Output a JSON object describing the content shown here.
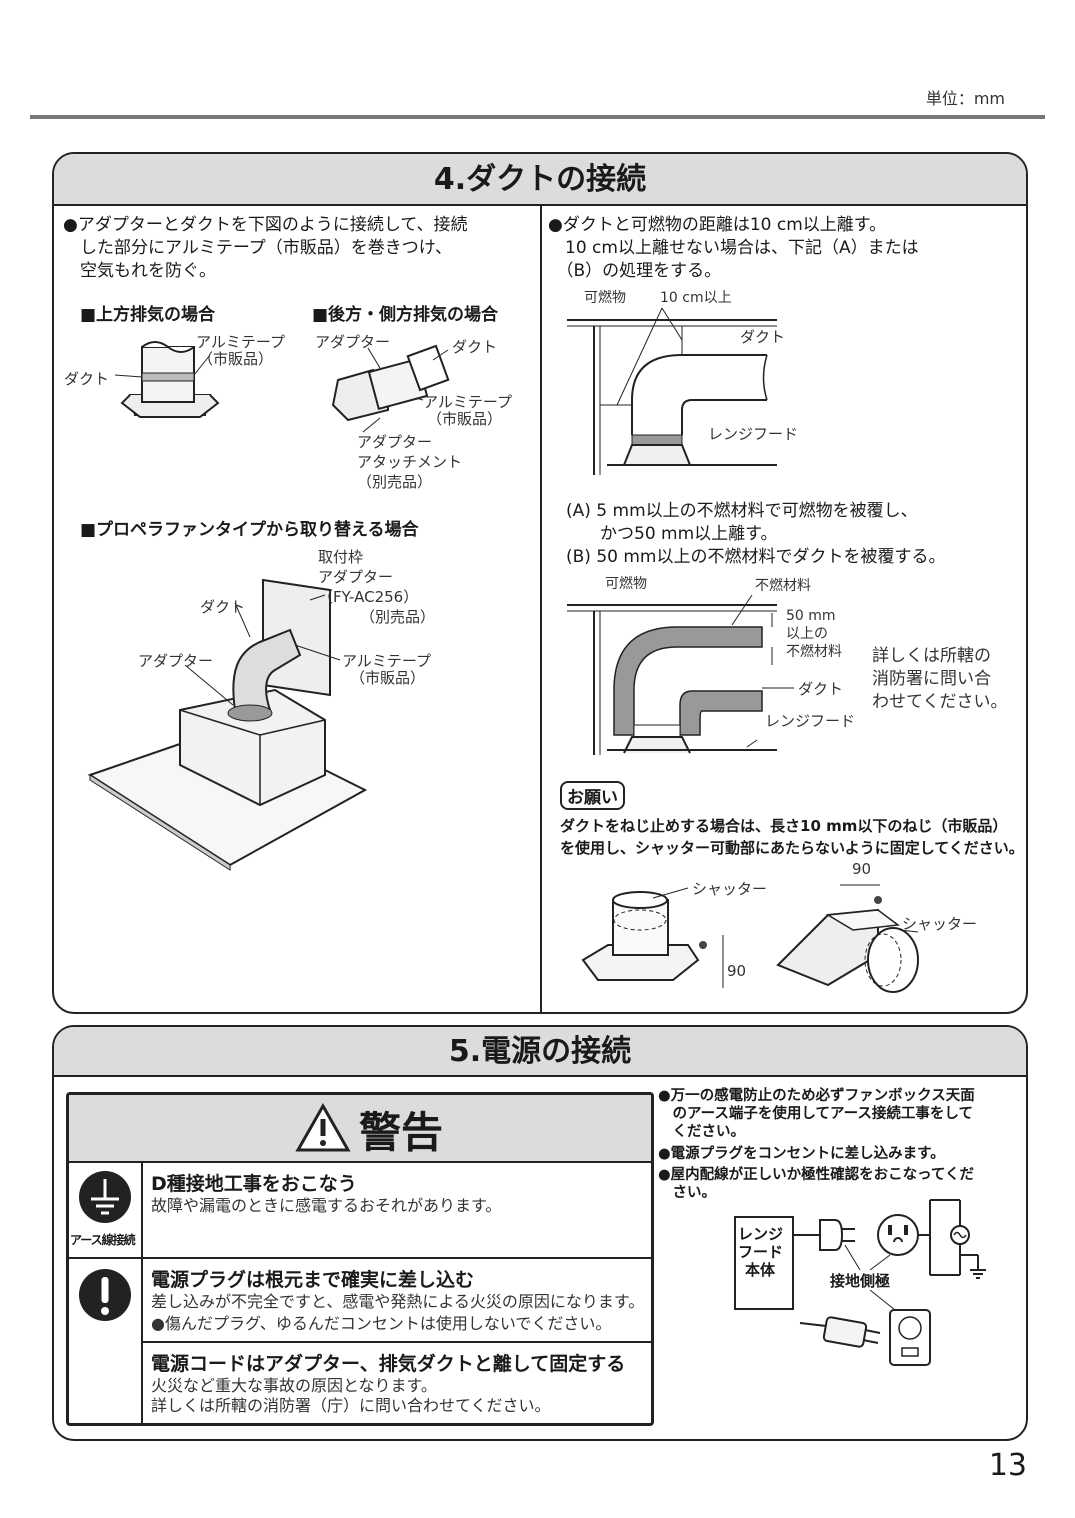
{
  "unit_label": "単位：mm",
  "page_number": "13",
  "section4": {
    "title": "4.ダクトの接続",
    "left_intro": [
      "●アダプターとダクトを下図のように接続して、接続",
      "　した部分にアルミテープ（市販品）を巻きつけ、",
      "　空気もれを防ぐ。"
    ],
    "case_top": "■上方排気の場合",
    "case_back": "■後方・側方排気の場合",
    "case_propeller": "■プロペラファンタイプから取り替える場合",
    "top_labels": {
      "tape": "アルミテープ",
      "tape_sub": "（市販品）",
      "duct": "ダクト"
    },
    "back_labels": {
      "adapter": "アダプター",
      "duct": "ダクト",
      "tape": "アルミテープ",
      "tape_sub": "（市販品）",
      "attach1": "アダプター",
      "attach2": "アタッチメント",
      "attach3": "（別売品）"
    },
    "prop_labels": {
      "frame": "取付枠",
      "frame_adapter": "アダプター",
      "model": "（FY-AC256）",
      "sold": "（別売品）",
      "duct": "ダクト",
      "adapter": "アダプター",
      "tape": "アルミテープ",
      "tape_sub": "（市販品）"
    },
    "right_intro": [
      "●ダクトと可燃物の距離は10 cm以上離す。",
      "　10 cm以上離せない場合は、下記（A）または",
      "　（B）の処理をする。"
    ],
    "diag1": {
      "combustible": "可燃物",
      "distance": "10 cm以上",
      "duct": "ダクト",
      "hood": "レンジフード"
    },
    "option_a": [
      "(A) 5 mm以上の不燃材料で可燃物を被覆し、",
      "　　かつ50 mm以上離す。"
    ],
    "option_b": "(B) 50 mm以上の不燃材料でダクトを被覆する。",
    "diag2": {
      "combustible": "可燃物",
      "nonflammable": "不燃材料",
      "m1": "50 mm",
      "m2": "以上の",
      "m3": "不燃材料",
      "duct": "ダクト",
      "hood": "レンジフード",
      "side_note": [
        "詳しくは所轄の",
        "消防署に問い合",
        "わせてください。"
      ]
    },
    "request_tag": "お願い",
    "request_text": [
      "ダクトをねじ止めする場合は、長さ10 mm以下のねじ（市販品）",
      "を使用し、シャッター可動部にあたらないように固定してください。"
    ],
    "shutter_labels": {
      "shutter1": "シャッター",
      "dim1": "90",
      "dim2": "90",
      "shutter2": "シャッター"
    }
  },
  "section5": {
    "title": "5.電源の接続",
    "warning_title": "警告",
    "earth_label": "アース線接続",
    "rows": [
      {
        "title": "D種接地工事をおこなう",
        "desc": [
          "故障や漏電のときに感電するおそれがあります。"
        ]
      },
      {
        "title": "電源プラグは根元まで確実に差し込む",
        "desc": [
          "差し込みが不完全ですと、感電や発熱による火災の原因になります。",
          "●傷んだプラグ、ゆるんだコンセントは使用しないでください。"
        ]
      },
      {
        "title": "電源コードはアダプター、排気ダクトと離して固定する",
        "desc": [
          "火災など重大な事故の原因となります。",
          "詳しくは所轄の消防署（庁）に問い合わせてください。"
        ]
      }
    ],
    "right_notes": [
      "●万一の感電防止のため必ずファンボックス天面",
      "　のアース端子を使用してアース接続工事をして",
      "　ください。",
      "●電源プラグをコンセントに差し込みます。",
      "●屋内配線が正しいか極性確認をおこなってくだ",
      "　さい。"
    ],
    "wiring": {
      "body1": "レンジ",
      "body2": "フード",
      "body3": "本体",
      "ground_side": "接地側極"
    }
  }
}
